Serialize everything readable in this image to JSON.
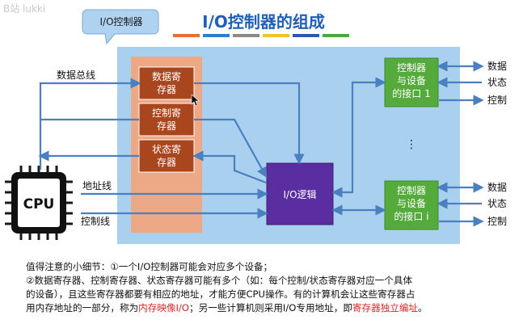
{
  "diagram": {
    "title": "I/O控制器的组成",
    "tab_label": "I/O控制器",
    "title_bar_colors": [
      "#e8702a",
      "#2a7fd4",
      "#8a8a8a",
      "#f2c12e",
      "#2b58b6",
      "#4caa3c"
    ],
    "registers": {
      "data_reg": "数据寄存器",
      "ctrl_reg": "控制寄存器",
      "status_reg": "状态寄存器"
    },
    "io_logic": "I/O逻辑",
    "cpu_label": "CPU",
    "bus_labels": {
      "data_bus": "数据总线",
      "addr_bus": "地址线",
      "ctrl_bus": "控制线"
    },
    "interfaces": [
      {
        "label_line1": "控制器",
        "label_line2": "与设备",
        "label_line3": "的接口 1",
        "signals": [
          "数据",
          "状态",
          "控制"
        ]
      },
      {
        "label_line1": "控制器",
        "label_line2": "与设备",
        "label_line3": "的接口 i",
        "signals": [
          "数据",
          "状态",
          "控制"
        ]
      }
    ],
    "ellipsis": "⋮"
  },
  "notes": {
    "line1": "值得注意的小细节：①一个I/O控制器可能会对应多个设备；",
    "line2": "②数据寄存器、控制寄存器、状态寄存器可能有多个（如：每个控制/状态寄存器对应一个具体",
    "line3": "的设备），且这些寄存器都要有相应的地址，才能方便CPU操作。有的计算机会让这些寄存器占",
    "line4_a": "用内存地址的一部分，称为",
    "line4_red1": "内存映像I/O",
    "line4_b": "；另一些计算机则采用I/O专用地址，即",
    "line4_red2": "寄存器独立编址",
    "line4_c": "。"
  },
  "watermark": "B站 lukki"
}
